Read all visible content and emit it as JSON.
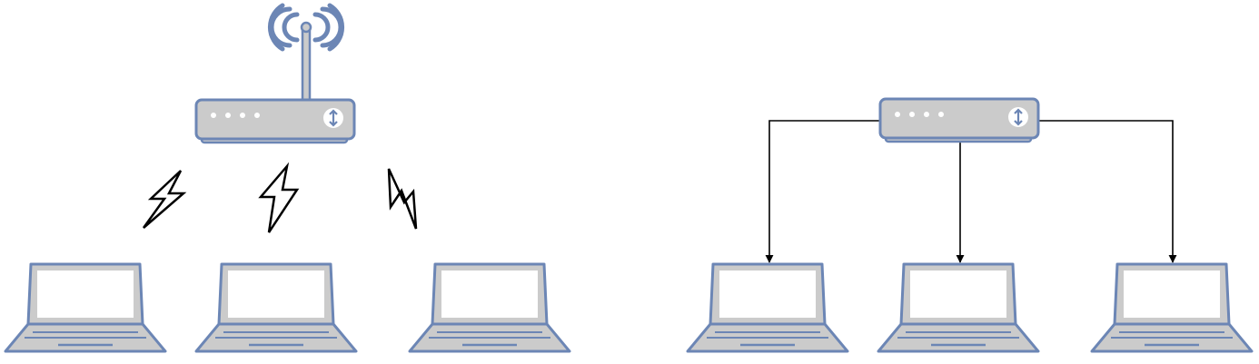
{
  "colors": {
    "device_fill": "#cbcbcb",
    "device_stroke": "#6c86b5",
    "screen_fill": "#ffffff",
    "dot_fill": "#ffffff",
    "port_icon": "#6c86b5",
    "bolt_stroke": "#000000",
    "bolt_fill": "#ffffff",
    "line_stroke": "#000000",
    "background": "#ffffff"
  },
  "icons": {
    "router": "wifi-router-icon",
    "laptop": "laptop-icon",
    "bolt": "lightning-bolt-icon",
    "antenna": "antenna-icon"
  },
  "left_diagram": {
    "kind": "wireless",
    "router": {
      "has_antenna": true,
      "indicator_dots": 4
    },
    "laptops": [
      "laptop",
      "laptop",
      "laptop"
    ],
    "links": [
      "wireless",
      "wireless",
      "wireless"
    ]
  },
  "right_diagram": {
    "kind": "wired",
    "router": {
      "has_antenna": false,
      "indicator_dots": 4
    },
    "laptops": [
      "laptop",
      "laptop",
      "laptop"
    ],
    "links": [
      "wired",
      "wired",
      "wired"
    ]
  }
}
